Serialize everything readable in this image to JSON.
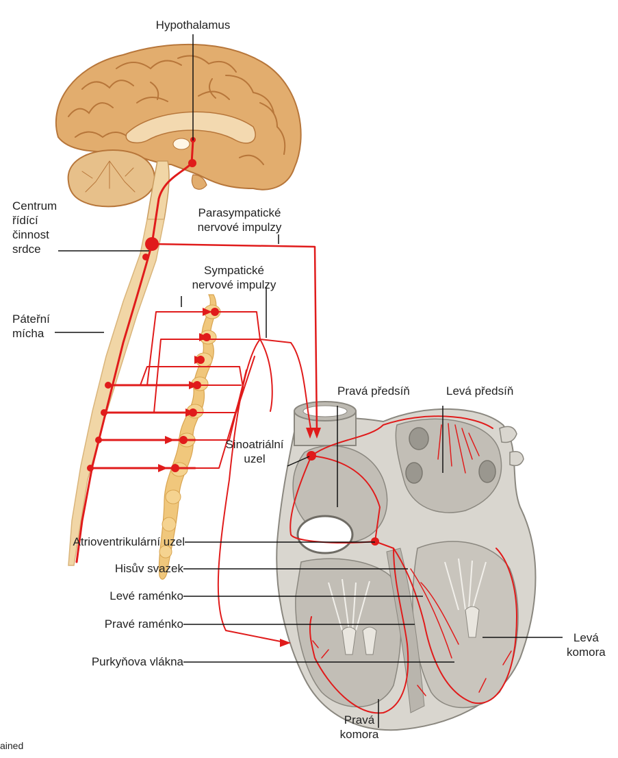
{
  "colors": {
    "nerve": "#e01b1b",
    "brain_fill": "#e2ad6e",
    "brain_dark": "#b7763a",
    "spine_fill": "#f1d6a6",
    "chain_fill": "#f0c77c",
    "heart_fill": "#d9d6cf",
    "heart_inner": "#c2beb6",
    "leader": "#111111"
  },
  "labels": {
    "hypothalamus": "Hypothalamus",
    "centrum": "Centrum\nřídící\nčinnost\nsrdce",
    "parasympathetic": "Parasympatické\nnervové impulzy",
    "sympathetic": "Sympatické\nnervové impulzy",
    "spinal_cord": "Páteřní\nmícha",
    "right_atrium": "Pravá předsíň",
    "left_atrium": "Levá předsíň",
    "sa_node": "Sinoatriální\nuzel",
    "av_node": "Atrioventrikulární uzel",
    "his_bundle": "Hisův svazek",
    "left_branch": "Levé raménko",
    "right_branch": "Pravé raménko",
    "purkinje": "Purkyňova vlákna",
    "left_ventricle": "Levá\nkomora",
    "right_ventricle": "Pravá\nkomora"
  },
  "fragment": "ained"
}
